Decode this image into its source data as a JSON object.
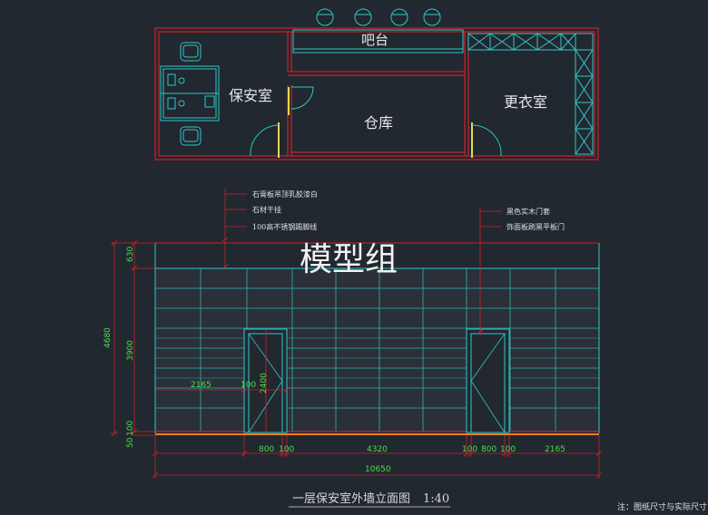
{
  "plan": {
    "room_labels": {
      "bar": "吧台",
      "security": "保安室",
      "storage": "仓库",
      "locker": "更衣室"
    }
  },
  "elevation": {
    "watermark": "模型组",
    "notes_left": [
      "石膏板吊顶乳胶漆白",
      "石材干挂",
      "100高不锈钢踢脚线"
    ],
    "notes_right": [
      "黑色实木门套",
      "饰面板刷黑平板门"
    ],
    "dims_left": [
      "630",
      "4680",
      "3900",
      "50",
      "100"
    ],
    "dims_inner": [
      "2165",
      "100",
      "2400"
    ],
    "dims_bottom": [
      "800",
      "100",
      "4320",
      "100",
      "800",
      "100",
      "2165"
    ],
    "dim_total": "10650",
    "title": "一层保安室外墙立面图",
    "scale": "1:40",
    "footnote": "注：图纸尺寸与实际尺寸"
  },
  "colors": {
    "background": "#212830",
    "wall_red": "#d0202a",
    "cyan": "#2ec8c8",
    "dim_green": "#4ddc4d",
    "door_yellow": "#e6d84a",
    "baseboard": "#e8801a"
  }
}
